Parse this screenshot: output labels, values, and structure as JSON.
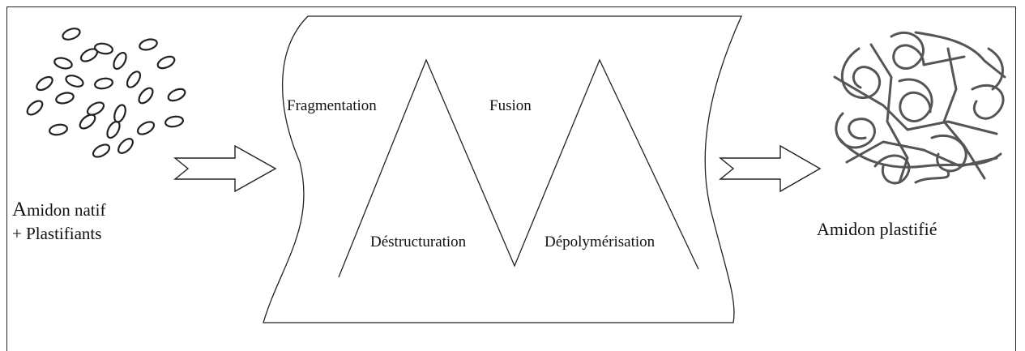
{
  "diagram": {
    "input": {
      "line1": "Amidon natif",
      "line2": "+ Plastifiants"
    },
    "process": {
      "fragmentation": "Fragmentation",
      "fusion": "Fusion",
      "destructuration": "Déstructuration",
      "depolymerisation": "Dépolymérisation"
    },
    "output": {
      "label": "Amidon plastifié"
    }
  },
  "colors": {
    "stroke": "#222222",
    "background": "#ffffff"
  }
}
